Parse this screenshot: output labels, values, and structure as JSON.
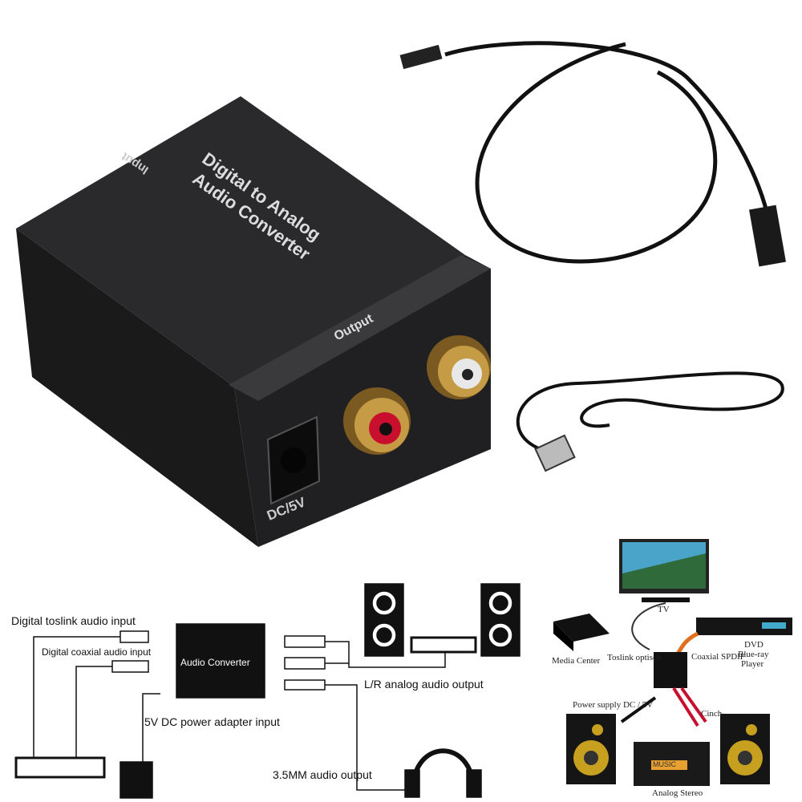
{
  "product": {
    "top_text_line1": "Digital to Analog",
    "top_text_line2": "Audio Converter",
    "input_label": "Input",
    "output_label": "Output",
    "dc_label": "DC/5V",
    "colors": {
      "body": "#1c1c1e",
      "gold": "#b8903a",
      "red_jack": "#c8102e",
      "white_jack": "#e8e8e8"
    }
  },
  "diagram_left": {
    "toslink_label": "Digital  toslink audio input",
    "coaxial_label": "Digital  coaxial audio input",
    "box_label": "Audio Converter",
    "lr_label": "L/R analog audio output",
    "power_label": "5V DC power adapter input",
    "mm_label": "3.5MM audio output"
  },
  "diagram_right": {
    "tv": "TV",
    "media_center": "Media Center",
    "toslink": "Toslink optisch",
    "coaxial": "Coaxial SPDIF",
    "dvd_line1": "DVD",
    "dvd_line2": "Blue-ray",
    "dvd_line3": "Player",
    "power": "Power supply DC / 5V",
    "cinch": "Cinch",
    "stereo": "Analog Stereo",
    "stereo_display": "MUSIC"
  }
}
